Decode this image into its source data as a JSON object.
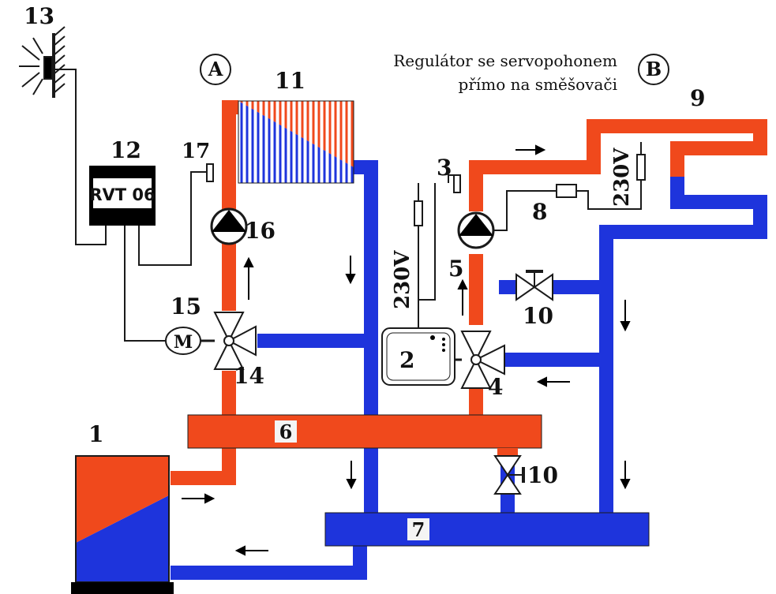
{
  "colors": {
    "hot": "#f0491c",
    "cold": "#1e34dc",
    "line": "#1a1a1a",
    "black": "#000000"
  },
  "circuit_labels": {
    "a": "A",
    "b": "B"
  },
  "note": {
    "line1": "Regulátor se servopohonem",
    "line2": "přímo na směšovači"
  },
  "controller": {
    "number": "12",
    "text": "RVT 06"
  },
  "motor": {
    "symbol": "M"
  },
  "voltage": {
    "left": "230V",
    "right": "230V"
  },
  "numbers": {
    "n1": "1",
    "n2": "2",
    "n3": "3",
    "n4": "4",
    "n5": "5",
    "n6": "6",
    "n7": "7",
    "n8": "8",
    "n9": "9",
    "n10a": "10",
    "n10b": "10",
    "n11": "11",
    "n13": "13",
    "n14": "14",
    "n15": "15",
    "n16": "16",
    "n17": "17"
  }
}
